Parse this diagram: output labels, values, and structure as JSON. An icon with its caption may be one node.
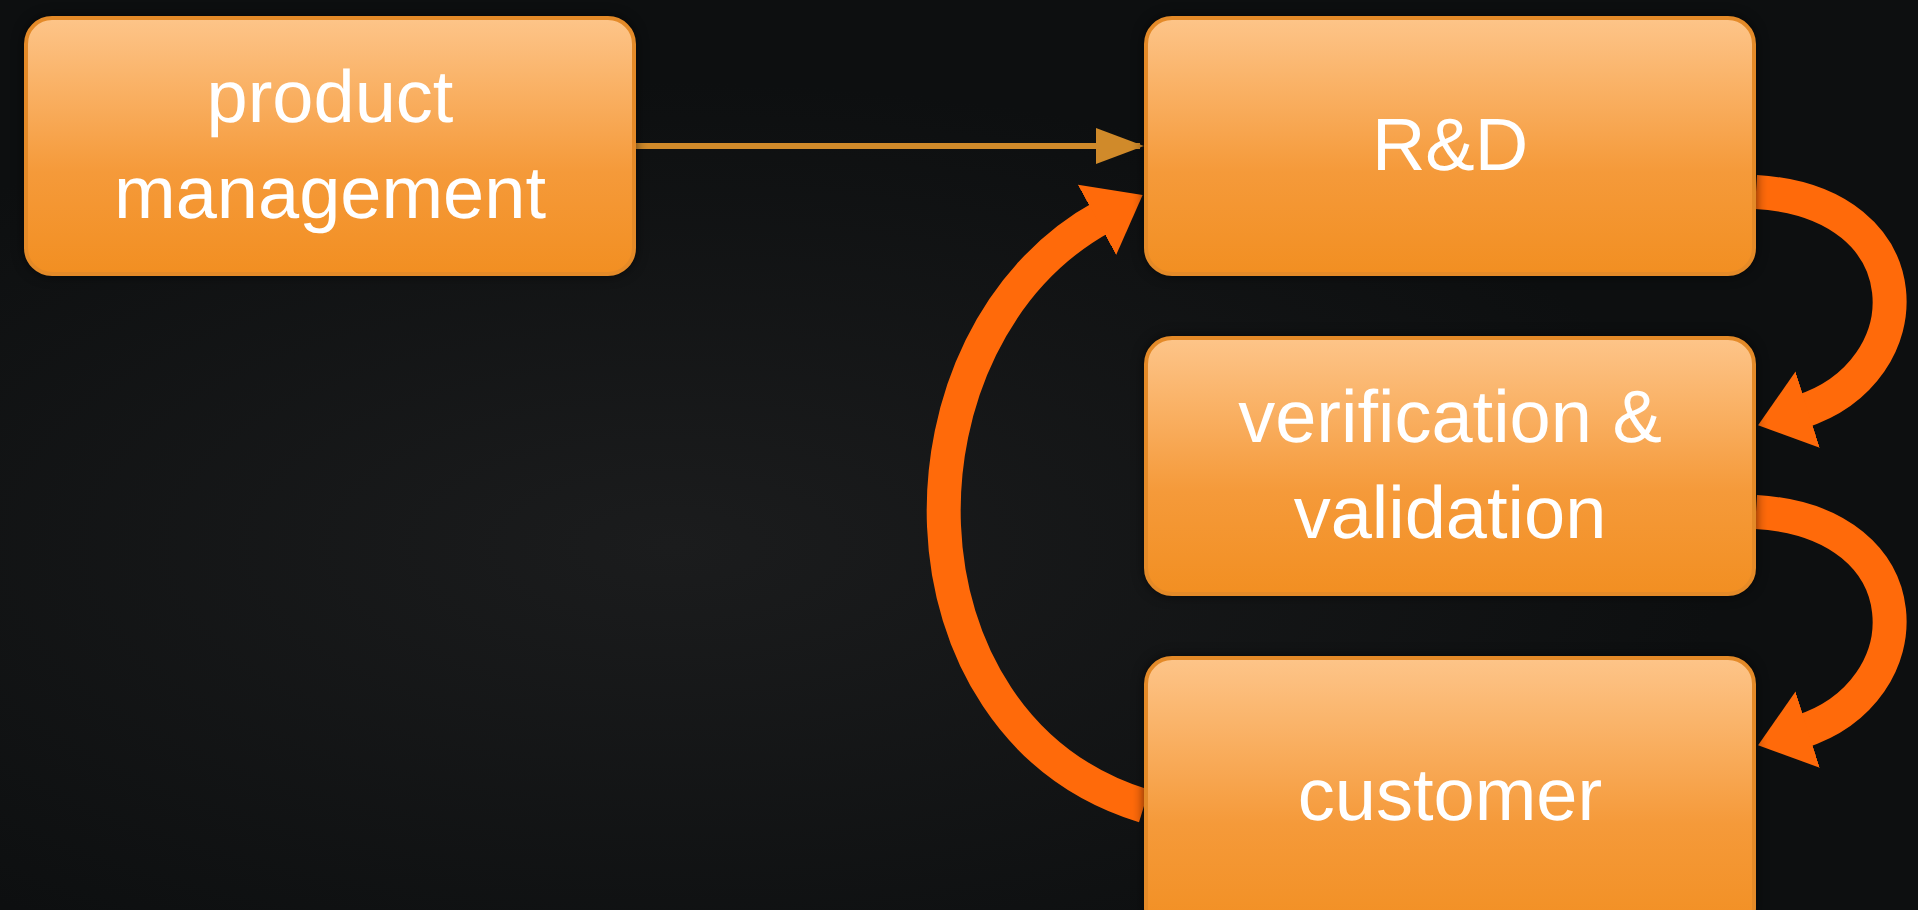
{
  "diagram": {
    "nodes": [
      {
        "text": [
          "product management"
        ]
      },
      {
        "text": [
          "R&D"
        ]
      },
      {
        "text": [
          "verification & validation"
        ]
      },
      {
        "text": [
          "customer"
        ]
      }
    ],
    "edges": [
      {
        "from": 0,
        "to": 1,
        "arrow": "to",
        "color": "#d08a2a"
      },
      {
        "from": 1,
        "to": 2,
        "arrow": "to"
      },
      {
        "from": 2,
        "to": 3,
        "arrow": "to"
      },
      {
        "from": 3,
        "to": 1,
        "arrow": "to"
      }
    ]
  }
}
